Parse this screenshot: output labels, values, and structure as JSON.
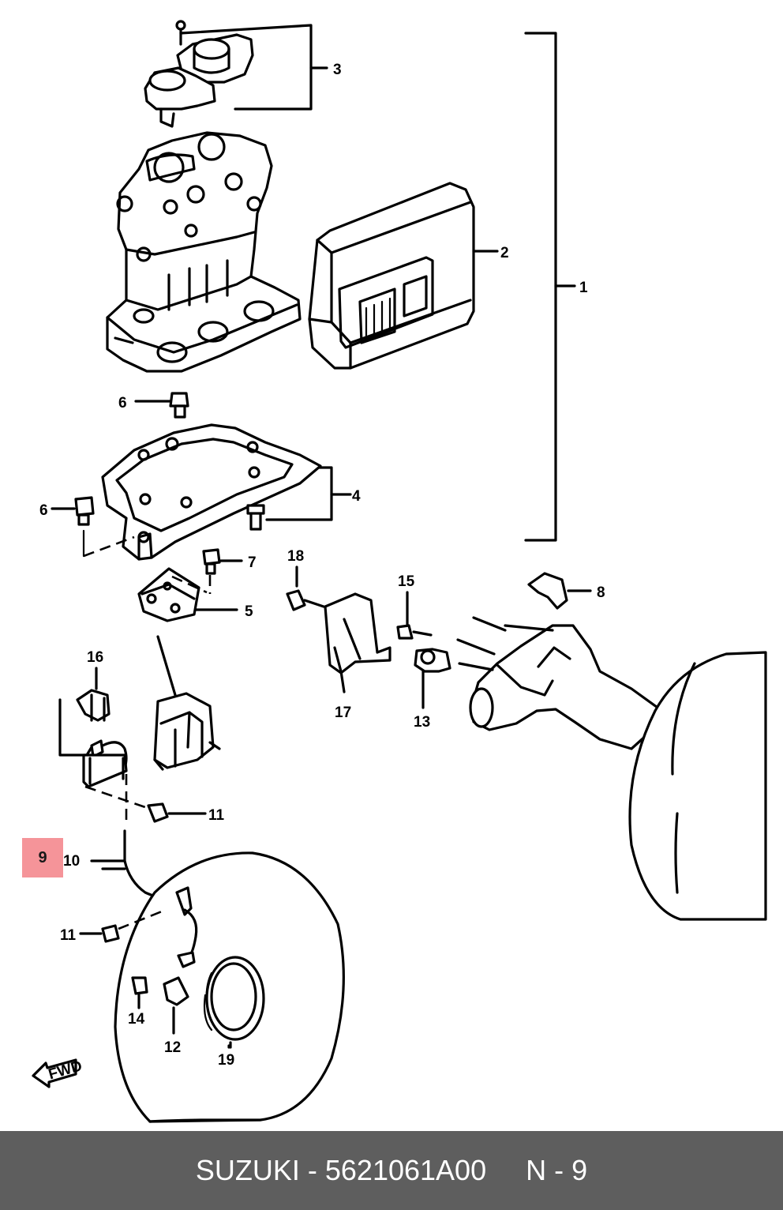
{
  "diagram": {
    "callouts": [
      "1",
      "2",
      "3",
      "4",
      "5",
      "6",
      "6",
      "7",
      "8",
      "10",
      "11",
      "11",
      "12",
      "13",
      "14",
      "15",
      "16",
      "17",
      "18",
      "19"
    ],
    "highlighted_callout": "9",
    "fwd_label": "FWD"
  },
  "footer": {
    "brand": "SUZUKI",
    "part_number": "5621061A00",
    "ref": "N - 9",
    "text": "SUZUKI - 5621061A00     N - 9"
  },
  "colors": {
    "highlight": "#f4898f",
    "footer_bg": "#5e5e5e",
    "footer_text": "#ffffff"
  }
}
